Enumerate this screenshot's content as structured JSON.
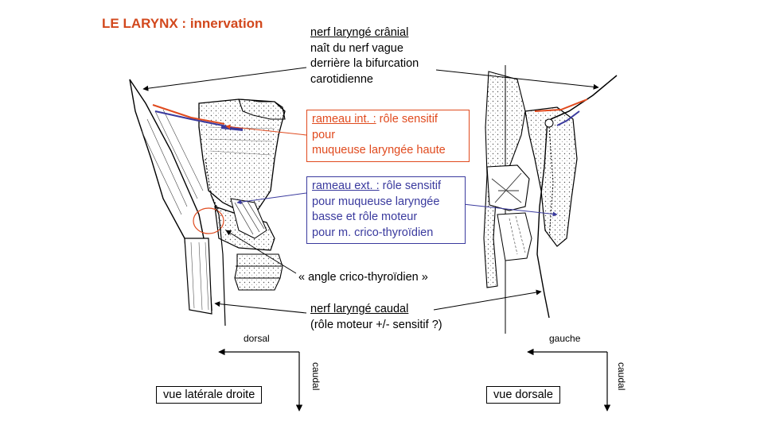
{
  "title": "LE LARYNX : innervation",
  "cranial_nerve": {
    "heading": "nerf laryngé crânial",
    "lines": [
      "naît du nerf vague",
      "derrière la bifurcation",
      "carotidienne"
    ]
  },
  "internal_branch": {
    "heading": "rameau int. :",
    "lines": [
      " rôle sensitif",
      "pour",
      "muqueuse laryngée haute"
    ],
    "color": "#e04a1e"
  },
  "external_branch": {
    "heading": "rameau ext. :",
    "lines": [
      " rôle sensitif",
      "pour muqueuse laryngée",
      "basse et rôle moteur",
      "pour m. crico-thyroïdien"
    ],
    "color": "#3a3a9e"
  },
  "angle_label": "« angle crico-thyroïdien  »",
  "caudal_nerve": {
    "heading": "nerf laryngé caudal",
    "line": "(rôle moteur +/- sensitif ?)"
  },
  "left_view": {
    "label": "vue latérale droite",
    "horizontal_axis": "dorsal",
    "vertical_axis": "caudal"
  },
  "right_view": {
    "label": "vue dorsale",
    "horizontal_axis": "gauche",
    "vertical_axis": "caudal"
  }
}
